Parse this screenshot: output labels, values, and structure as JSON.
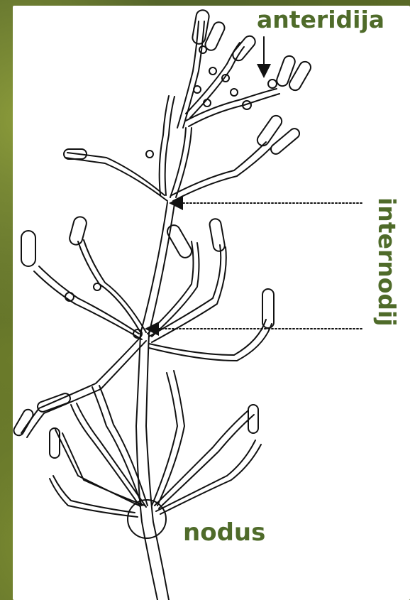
{
  "labels": {
    "antheridia": "anteridija",
    "internode": "internodij",
    "node": "nodus"
  },
  "colors": {
    "label": "#4f6b2a",
    "line": "#111111",
    "panel": "#ffffff"
  }
}
